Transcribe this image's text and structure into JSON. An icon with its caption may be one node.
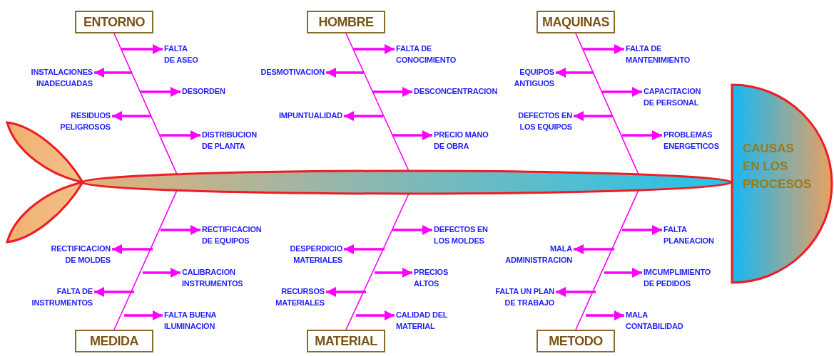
{
  "diagram": {
    "nodes": [
      {
        "text": [
          "ENTORNO"
        ]
      },
      {
        "text": [
          "HOMBRE"
        ]
      },
      {
        "text": [
          "MAQUINAS"
        ]
      },
      {
        "text": [
          "FALTA DE ASEO"
        ]
      },
      {
        "text": [
          "INSTALACIONES INADECUADAS"
        ]
      },
      {
        "text": [
          "DESORDEN"
        ]
      },
      {
        "text": [
          "RESIDUOS PELIGROSOS"
        ]
      },
      {
        "text": [
          "DISTRIBUCION DE PLANTA"
        ]
      },
      {
        "text": [
          "FALTA DE CONOCIMIENTO"
        ]
      },
      {
        "text": [
          "DESMOTIVACION"
        ]
      },
      {
        "text": [
          "DESCONCENTRACION"
        ]
      },
      {
        "text": [
          "IMPUNTUALIDAD"
        ]
      },
      {
        "text": [
          "PRECIO MANO DE OBRA"
        ]
      },
      {
        "text": [
          "FALTA DE MANTENIMIENTO"
        ]
      },
      {
        "text": [
          "EQUIPOS ANTIGUOS"
        ]
      },
      {
        "text": [
          "CAPACITACION DE PERSONAL"
        ]
      },
      {
        "text": [
          "DEFECTOS EN LOS EQUIPOS"
        ]
      },
      {
        "text": [
          "PROBLEMAS ENERGETICOS"
        ]
      },
      {
        "text": [],
        "shape": "ellipse"
      },
      {
        "text": [
          "CAUSAS EN LOS PROCESOS"
        ]
      },
      {
        "text": [
          "RECTIFICACION DE EQUIPOS"
        ]
      },
      {
        "text": [
          "RECTIFICACION DE MOLDES"
        ]
      },
      {
        "text": [
          "CALIBRACION INSTRUMENTOS"
        ]
      },
      {
        "text": [
          "FALTA DE INSTRUMENTOS"
        ]
      },
      {
        "text": [
          "FALTA BUENA ILUMINACION"
        ]
      },
      {
        "text": [
          "DEFECTOS EN LOS MOLDES"
        ]
      },
      {
        "text": [
          "DESPERDICIO MATERIALES"
        ]
      },
      {
        "text": [
          "PRECIOS ALTOS"
        ]
      },
      {
        "text": [
          "RECURSOS MATERIALES"
        ]
      },
      {
        "text": [
          "CALIDAD DEL MATERIAL"
        ]
      },
      {
        "text": [
          "FALTA PLANEACION"
        ]
      },
      {
        "text": [
          "MALA ADMINISTRACION"
        ]
      },
      {
        "text": [
          "IMCUMPLIMIENTO DE PEDIDOS"
        ]
      },
      {
        "text": [
          "FALTA UN PLAN DE TRABAJO"
        ]
      },
      {
        "text": [
          "MALA CONTABILIDAD"
        ]
      },
      {
        "text": [
          "MEDIDA"
        ]
      },
      {
        "text": [
          "MATERIAL"
        ]
      },
      {
        "text": [
          "METODO"
        ]
      }
    ],
    "edges": [
      {
        "from": 0,
        "to": 18,
        "arrow": "none"
      },
      {
        "from": null,
        "to": 3,
        "arrow": "to"
      },
      {
        "from": null,
        "to": 4,
        "arrow": "to"
      },
      {
        "from": null,
        "to": 5,
        "arrow": "to"
      },
      {
        "from": null,
        "to": 6,
        "arrow": "to"
      },
      {
        "from": null,
        "to": 7,
        "arrow": "to"
      },
      {
        "from": 1,
        "to": 18,
        "arrow": "none"
      },
      {
        "from": null,
        "to": 8,
        "arrow": "to"
      },
      {
        "from": null,
        "to": 9,
        "arrow": "to"
      },
      {
        "from": null,
        "to": 10,
        "arrow": "to"
      },
      {
        "from": null,
        "to": 11,
        "arrow": "to"
      },
      {
        "from": null,
        "to": 12,
        "arrow": "to"
      },
      {
        "from": 2,
        "to": 18,
        "arrow": "none"
      },
      {
        "from": null,
        "to": 13,
        "arrow": "to"
      },
      {
        "from": null,
        "to": 14,
        "arrow": "to"
      },
      {
        "from": null,
        "to": 15,
        "arrow": "to"
      },
      {
        "from": null,
        "to": 16,
        "arrow": "to"
      },
      {
        "from": null,
        "to": 17,
        "arrow": "to"
      },
      {
        "from": 35,
        "to": 18,
        "arrow": "none"
      },
      {
        "from": null,
        "to": 20,
        "arrow": "to"
      },
      {
        "from": null,
        "to": 21,
        "arrow": "to"
      },
      {
        "from": null,
        "to": 22,
        "arrow": "to"
      },
      {
        "from": null,
        "to": 23,
        "arrow": "to"
      },
      {
        "from": null,
        "to": 24,
        "arrow": "to"
      },
      {
        "from": 36,
        "to": 18,
        "arrow": "none"
      },
      {
        "from": null,
        "to": 25,
        "arrow": "to"
      },
      {
        "from": null,
        "to": 26,
        "arrow": "to"
      },
      {
        "from": null,
        "to": 27,
        "arrow": "to"
      },
      {
        "from": null,
        "to": 28,
        "arrow": "to"
      },
      {
        "from": null,
        "to": 29,
        "arrow": "to"
      },
      {
        "from": 37,
        "to": 18,
        "arrow": "none"
      },
      {
        "from": null,
        "to": 30,
        "arrow": "to"
      },
      {
        "from": null,
        "to": 31,
        "arrow": "to"
      },
      {
        "from": null,
        "to": 32,
        "arrow": "to"
      },
      {
        "from": null,
        "to": 33,
        "arrow": "to"
      },
      {
        "from": null,
        "to": 34,
        "arrow": "to"
      }
    ]
  }
}
